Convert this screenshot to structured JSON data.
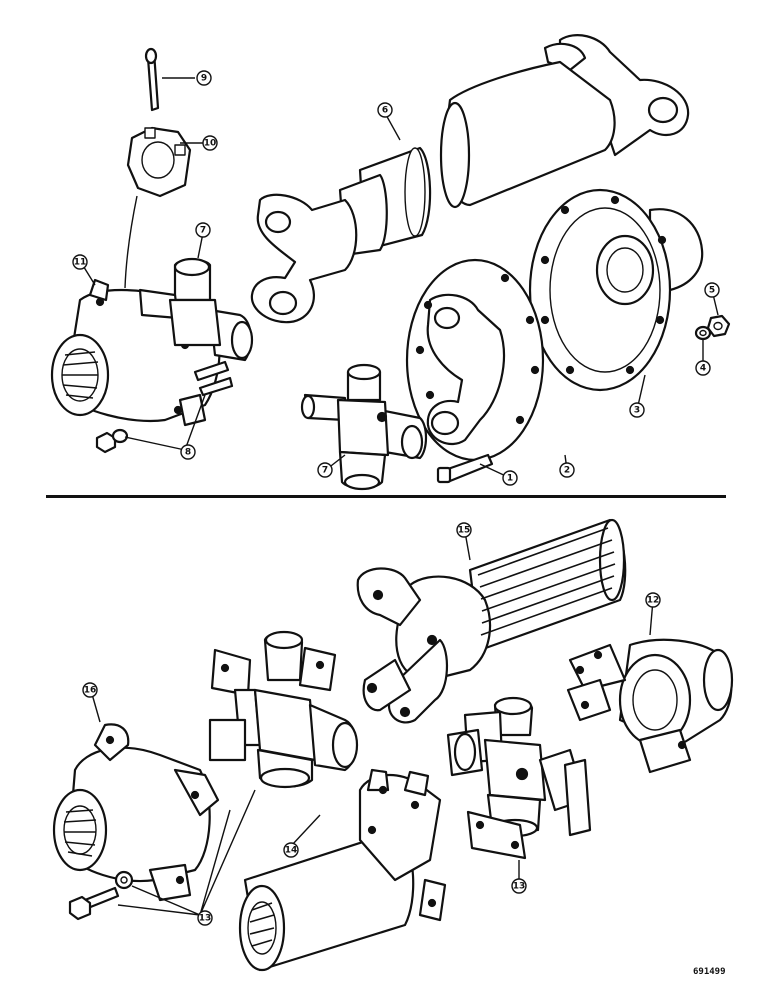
{
  "callouts": [
    {
      "id": "c1",
      "label": "1"
    },
    {
      "id": "c2",
      "label": "2"
    },
    {
      "id": "c3",
      "label": "3"
    },
    {
      "id": "c4",
      "label": "4"
    },
    {
      "id": "c5",
      "label": "5"
    },
    {
      "id": "c6",
      "label": "6"
    },
    {
      "id": "c7a",
      "label": "7"
    },
    {
      "id": "c7b",
      "label": "7"
    },
    {
      "id": "c8a",
      "label": "8"
    },
    {
      "id": "c8b",
      "label": "8"
    },
    {
      "id": "c9",
      "label": "9"
    },
    {
      "id": "c10",
      "label": "10"
    },
    {
      "id": "c11",
      "label": "11"
    },
    {
      "id": "c12",
      "label": "12"
    },
    {
      "id": "c13a",
      "label": "13"
    },
    {
      "id": "c13b",
      "label": "13"
    },
    {
      "id": "c14",
      "label": "14"
    },
    {
      "id": "c15",
      "label": "15"
    },
    {
      "id": "c16",
      "label": "16"
    }
  ],
  "drawing_code": "691499",
  "colors": {
    "ink": "#111111",
    "paper": "#ffffff"
  }
}
